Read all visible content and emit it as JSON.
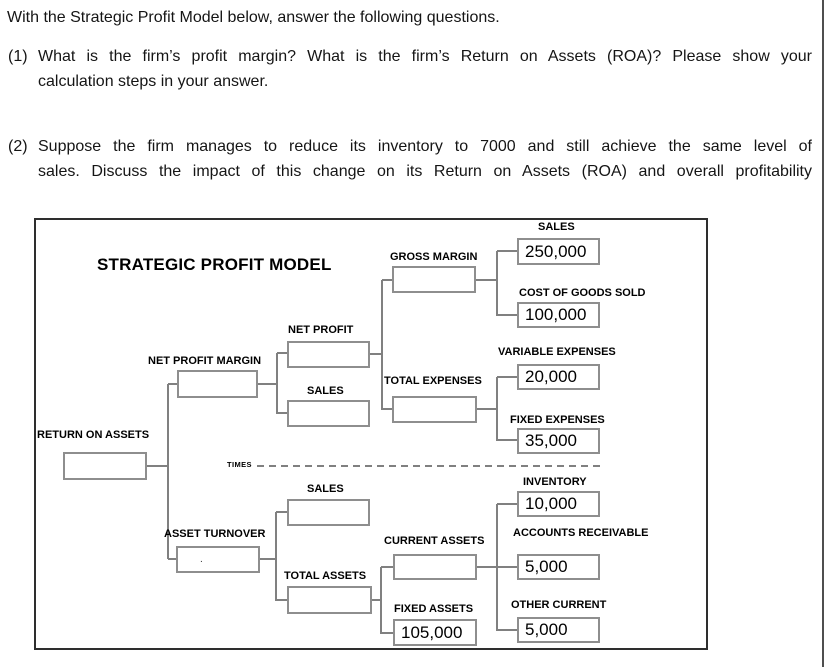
{
  "intro": "With the Strategic Profit Model below, answer the following questions.",
  "questions": [
    {
      "num": "(1)",
      "line1": "What is the firm’s profit margin? What is the firm’s Return on Assets (ROA)? Please show your",
      "line2": "calculation steps in your answer."
    },
    {
      "num": "(2)",
      "line1": "Suppose the firm manages to reduce its inventory to 7000 and still achieve the same level of",
      "line2": "sales. Discuss the impact of this change on its Return on Assets (ROA) and overall profitability"
    }
  ],
  "diagram": {
    "title": "STRATEGIC PROFIT MODEL",
    "times_label": "TIMES",
    "nodes": {
      "return_on_assets": {
        "label": "RETURN ON ASSETS",
        "value": ""
      },
      "net_profit_margin": {
        "label": "NET PROFIT MARGIN",
        "value": ""
      },
      "net_profit": {
        "label": "NET PROFIT",
        "value": ""
      },
      "sales_over_net_profit": {
        "label": "SALES",
        "value": ""
      },
      "gross_margin": {
        "label": "GROSS MARGIN",
        "value": ""
      },
      "sales_top": {
        "label": "SALES",
        "value": "250,000"
      },
      "cost_of_goods_sold": {
        "label": "COST OF GOODS SOLD",
        "value": "100,000"
      },
      "total_expenses": {
        "label": "TOTAL EXPENSES",
        "value": ""
      },
      "variable_expenses": {
        "label": "VARIABLE EXPENSES",
        "value": "20,000"
      },
      "fixed_expenses": {
        "label": "FIXED EXPENSES",
        "value": "35,000"
      },
      "asset_turnover": {
        "label": "ASSET TURNOVER",
        "value": "."
      },
      "sales_over_assets": {
        "label": "SALES",
        "value": ""
      },
      "total_assets": {
        "label": "TOTAL ASSETS",
        "value": ""
      },
      "current_assets": {
        "label": "CURRENT ASSETS",
        "value": ""
      },
      "inventory": {
        "label": "INVENTORY",
        "value": "10,000"
      },
      "accounts_receivable": {
        "label": "ACCOUNTS RECEIVABLE",
        "value": "5,000"
      },
      "other_current": {
        "label": "OTHER CURRENT",
        "value": "5,000"
      },
      "fixed_assets": {
        "label": "FIXED ASSETS",
        "value": "105,000"
      }
    }
  },
  "colors": {
    "box_border": "#8e8e8e",
    "connector": "#808080",
    "frame_border": "#2e2e2e",
    "text": "#151515"
  }
}
